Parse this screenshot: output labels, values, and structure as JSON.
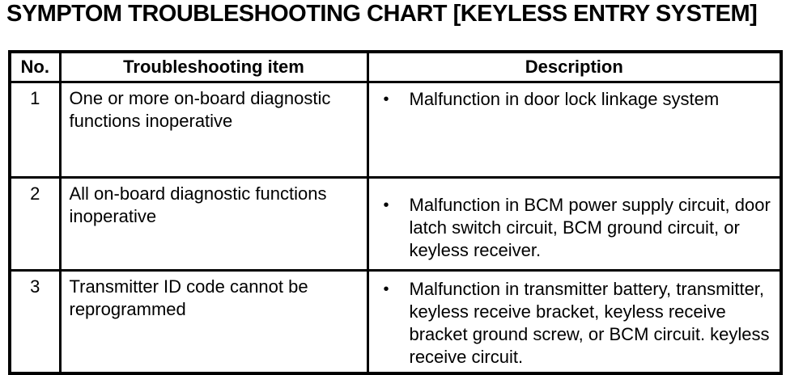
{
  "title": "SYMPTOM TROUBLESHOOTING CHART [KEYLESS ENTRY SYSTEM]",
  "bullet_char": "•",
  "table": {
    "columns": [
      "No.",
      "Troubleshooting item",
      "Description"
    ],
    "rows": [
      {
        "no": "1",
        "item": "One or more on-board diagnostic functions inoperative",
        "description": "Malfunction in door lock linkage system"
      },
      {
        "no": "2",
        "item": "All on-board diagnostic functions inoperative",
        "description": "Malfunction in BCM power supply circuit, door latch switch circuit, BCM ground circuit, or keyless receiver."
      },
      {
        "no": "3",
        "item": "Transmitter ID code cannot be reprogrammed",
        "description": "Malfunction in transmitter battery, transmitter, keyless receive bracket, keyless receive bracket ground screw, or BCM circuit. keyless receive circuit."
      }
    ]
  }
}
